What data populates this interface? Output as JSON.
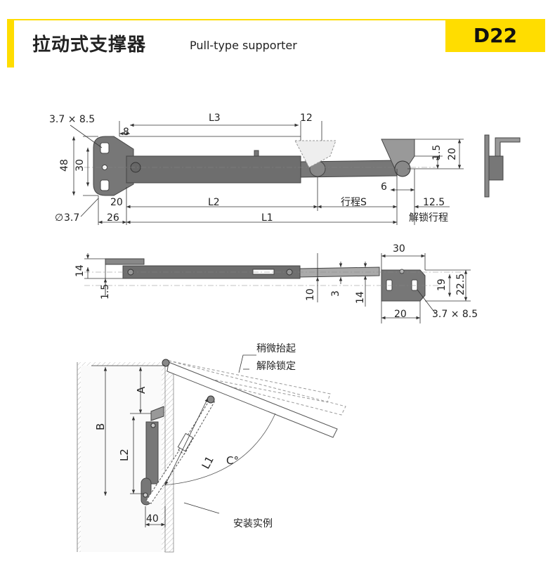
{
  "header": {
    "title_cn": "拉动式支撑器",
    "title_en": "Pull-type supporter",
    "code": "D22"
  },
  "top_view": {
    "slot": "3.7 × 8.5",
    "l3": "L3",
    "d12": "12",
    "d8": "8",
    "d48": "48",
    "d30": "30",
    "d20a": "20",
    "d15": "1.5",
    "d6": "6",
    "d20": "20",
    "l2": "L2",
    "stroke": "行程S",
    "d125": "12.5",
    "hole": "3.7",
    "d26": "26",
    "l1": "L1",
    "unlock": "解锁行程"
  },
  "side_view": {
    "d14a": "14",
    "d15": "1.5",
    "d10": "10",
    "d3": "3",
    "d14b": "14",
    "d30": "30",
    "d19": "19",
    "d225": "22.5",
    "d20": "20",
    "slot": "3.7 × 8.5"
  },
  "install": {
    "lift": "稍微抬起",
    "unlock": "解除锁定",
    "a": "A",
    "b": "B",
    "l2": "L2",
    "l1": "L1",
    "c": "C°",
    "d40": "40",
    "caption": "安装实例"
  }
}
